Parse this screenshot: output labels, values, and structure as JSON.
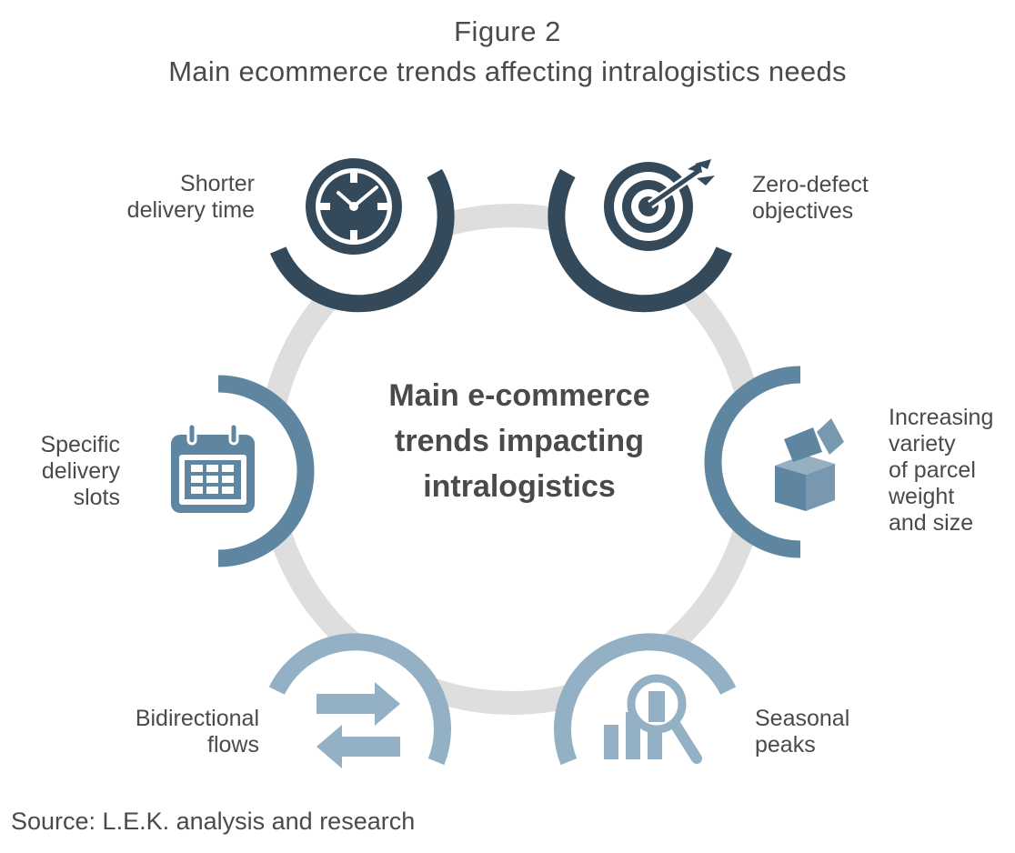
{
  "figure": {
    "label": "Figure 2",
    "title": "Main ecommerce trends affecting intralogistics needs"
  },
  "center": {
    "text": "Main e-commerce trends impacting intralogistics"
  },
  "trends": [
    {
      "label": "Shorter\ndelivery time",
      "icon": "clock-icon",
      "color": "#344a5a"
    },
    {
      "label": "Zero-defect\nobjectives",
      "icon": "target-icon",
      "color": "#344a5a"
    },
    {
      "label": "Increasing\nvariety\nof parcel\nweight\nand size",
      "icon": "box-icon",
      "color": "#5f86a0"
    },
    {
      "label": "Seasonal\npeaks",
      "icon": "chart-magnifier-icon",
      "color": "#93b0c4"
    },
    {
      "label": "Bidirectional\nflows",
      "icon": "arrows-icon",
      "color": "#93b0c4"
    },
    {
      "label": "Specific\ndelivery\nslots",
      "icon": "calendar-icon",
      "color": "#5f86a0"
    }
  ],
  "colors": {
    "ring": "#dedede",
    "dark": "#344a5a",
    "mid": "#5f86a0",
    "light": "#93b0c4",
    "text": "#4a4a4a"
  },
  "source": "Source: L.E.K. analysis and research"
}
